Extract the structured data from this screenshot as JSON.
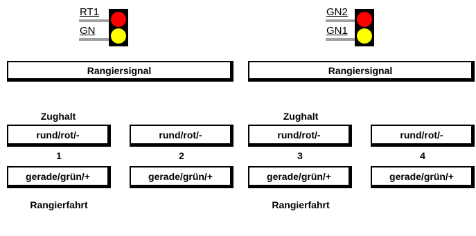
{
  "colors": {
    "lamp_red": "#ff0000",
    "lamp_yellow": "#ffff00",
    "signal_body": "#000000",
    "lead_wire": "#a0a0a0"
  },
  "signals": [
    {
      "top_label": "RT1",
      "bottom_label": "GN",
      "top_lamp": "red",
      "bottom_lamp": "yellow"
    },
    {
      "top_label": "GN2",
      "bottom_label": "GN1",
      "top_lamp": "red",
      "bottom_lamp": "yellow"
    }
  ],
  "panels": [
    {
      "title": "Rangiersignal",
      "top_caption": "Zughalt",
      "bottom_caption": "Rangierfahrt",
      "columns": [
        {
          "top": "rund/rot/-",
          "number": "1",
          "bottom": "gerade/grün/+"
        },
        {
          "top": "rund/rot/-",
          "number": "2",
          "bottom": "gerade/grün/+"
        }
      ]
    },
    {
      "title": "Rangiersignal",
      "top_caption": "Zughalt",
      "bottom_caption": "Rangierfahrt",
      "columns": [
        {
          "top": "rund/rot/-",
          "number": "3",
          "bottom": "gerade/grün/+"
        },
        {
          "top": "rund/rot/-",
          "number": "4",
          "bottom": "gerade/grün/+"
        }
      ]
    }
  ]
}
